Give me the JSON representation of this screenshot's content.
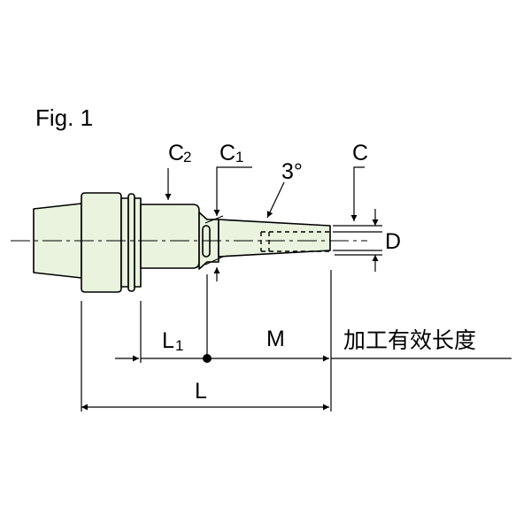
{
  "figure": {
    "caption": "Fig. 1"
  },
  "labels": {
    "c2_main": "C",
    "c2_sub": "2",
    "c1_main": "C",
    "c1_sub": "1",
    "c": "C",
    "angle": "3°",
    "d": "D",
    "l1_main": "L",
    "l1_sub": "1",
    "m": "M",
    "l": "L",
    "effective_length": "加工有效长度"
  },
  "colors": {
    "body_fill": "#e9f3de",
    "stroke": "#000000",
    "background": "#ffffff"
  }
}
